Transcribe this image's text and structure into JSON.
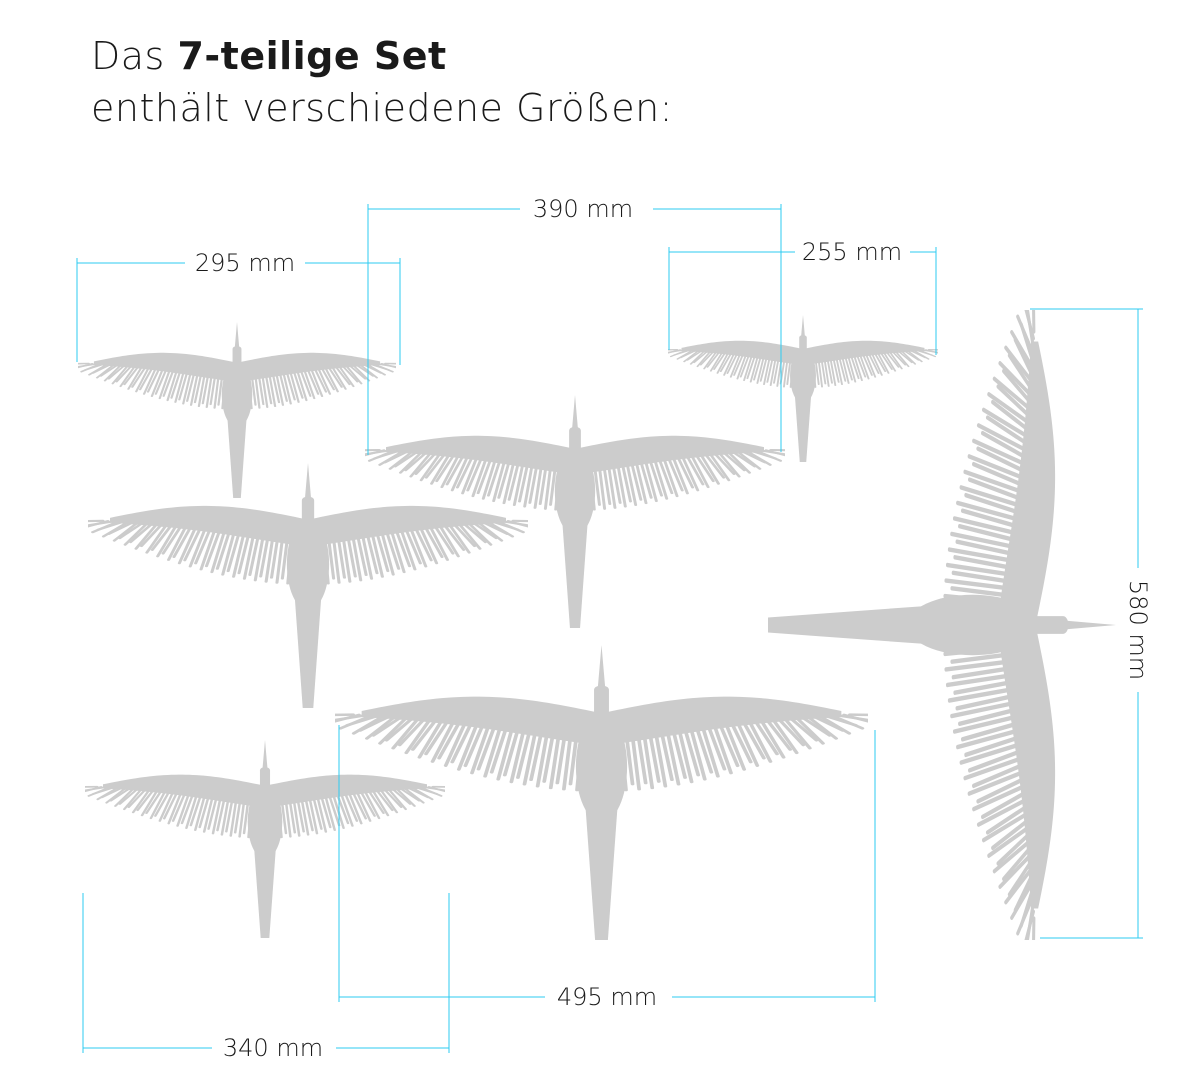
{
  "title": {
    "prefix": "Das ",
    "bold": "7-teilige Set",
    "line2": "enthält verschiedene Größen:"
  },
  "dimensions": {
    "d295": "295 mm",
    "d390": "390 mm",
    "d255": "255 mm",
    "d580": "580 mm",
    "d495": "495 mm",
    "d340": "340 mm"
  },
  "colors": {
    "dimension_line": "#2ccbf2",
    "bird": "#cccccc",
    "text": "#1a1a1a"
  }
}
